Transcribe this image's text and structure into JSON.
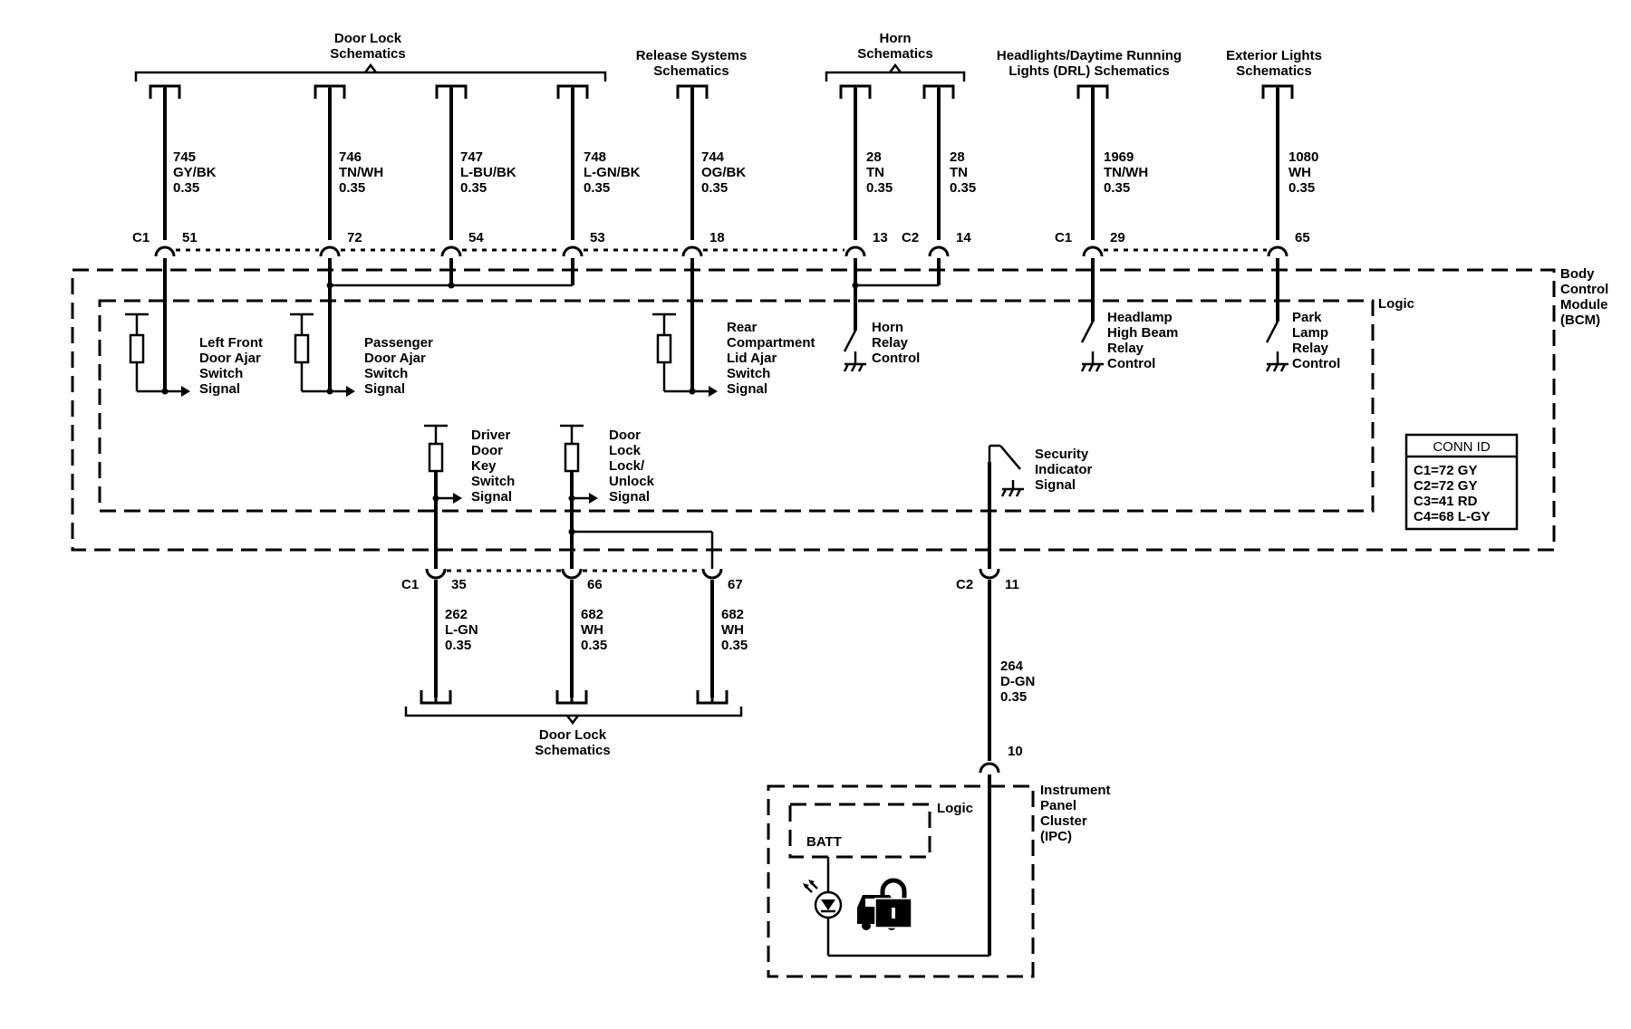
{
  "dest": {
    "door_lock_top": [
      "Door Lock",
      "Schematics"
    ],
    "release": [
      "Release Systems",
      "Schematics"
    ],
    "horn": [
      "Horn",
      "Schematics"
    ],
    "headlights": [
      "Headlights/Daytime Running",
      "Lights (DRL) Schematics"
    ],
    "exterior": [
      "Exterior Lights",
      "Schematics"
    ],
    "door_lock_bottom": [
      "Door Lock",
      "Schematics"
    ]
  },
  "wires": [
    {
      "circuit": "745",
      "color": "GY/BK",
      "gauge": "0.35"
    },
    {
      "circuit": "746",
      "color": "TN/WH",
      "gauge": "0.35"
    },
    {
      "circuit": "747",
      "color": "L-BU/BK",
      "gauge": "0.35"
    },
    {
      "circuit": "748",
      "color": "L-GN/BK",
      "gauge": "0.35"
    },
    {
      "circuit": "744",
      "color": "OG/BK",
      "gauge": "0.35"
    },
    {
      "circuit": "28",
      "color": "TN",
      "gauge": "0.35"
    },
    {
      "circuit": "28",
      "color": "TN",
      "gauge": "0.35"
    },
    {
      "circuit": "1969",
      "color": "TN/WH",
      "gauge": "0.35"
    },
    {
      "circuit": "1080",
      "color": "WH",
      "gauge": "0.35"
    },
    {
      "circuit": "262",
      "color": "L-GN",
      "gauge": "0.35"
    },
    {
      "circuit": "682",
      "color": "WH",
      "gauge": "0.35"
    },
    {
      "circuit": "682",
      "color": "WH",
      "gauge": "0.35"
    },
    {
      "circuit": "264",
      "color": "D-GN",
      "gauge": "0.35"
    }
  ],
  "pins": [
    "51",
    "72",
    "54",
    "53",
    "18",
    "13",
    "14",
    "29",
    "65",
    "35",
    "66",
    "67",
    "11",
    "10"
  ],
  "connectors": {
    "c1": "C1",
    "c2": "C2"
  },
  "bcm": {
    "name": [
      "Body",
      "Control",
      "Module",
      "(BCM)"
    ],
    "logic": "Logic",
    "lf_door_ajar": [
      "Left Front",
      "Door Ajar",
      "Switch",
      "Signal"
    ],
    "pass_door_ajar": [
      "Passenger",
      "Door Ajar",
      "Switch",
      "Signal"
    ],
    "rear_lid_ajar": [
      "Rear",
      "Compartment",
      "Lid Ajar",
      "Switch",
      "Signal"
    ],
    "horn_relay": [
      "Horn",
      "Relay",
      "Control"
    ],
    "headlamp_relay": [
      "Headlamp",
      "High Beam",
      "Relay",
      "Control"
    ],
    "park_relay": [
      "Park",
      "Lamp",
      "Relay",
      "Control"
    ],
    "driver_key": [
      "Driver",
      "Door",
      "Key",
      "Switch",
      "Signal"
    ],
    "lock_unlock": [
      "Door",
      "Lock",
      "Lock/",
      "Unlock",
      "Signal"
    ],
    "security": [
      "Security",
      "Indicator",
      "Signal"
    ]
  },
  "conn_id": {
    "title": "CONN ID",
    "rows": [
      "C1=72 GY",
      "C2=72 GY",
      "C3=41 RD",
      "C4=68 L-GY"
    ]
  },
  "ipc": {
    "name": [
      "Instrument",
      "Panel",
      "Cluster",
      "(IPC)"
    ],
    "logic": "Logic",
    "batt": "BATT"
  }
}
